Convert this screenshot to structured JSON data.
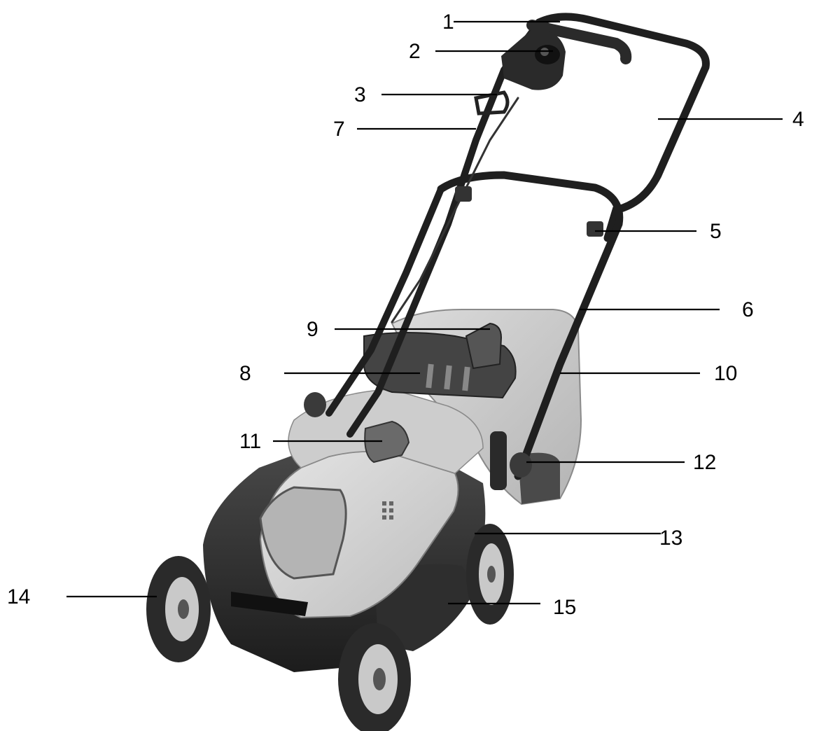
{
  "callouts": [
    {
      "id": "1",
      "label": "1"
    },
    {
      "id": "2",
      "label": "2"
    },
    {
      "id": "3",
      "label": "3"
    },
    {
      "id": "4",
      "label": "4"
    },
    {
      "id": "5",
      "label": "5"
    },
    {
      "id": "6",
      "label": "6"
    },
    {
      "id": "7",
      "label": "7"
    },
    {
      "id": "8",
      "label": "8"
    },
    {
      "id": "9",
      "label": "9"
    },
    {
      "id": "10",
      "label": "10"
    },
    {
      "id": "11",
      "label": "11"
    },
    {
      "id": "12",
      "label": "12"
    },
    {
      "id": "13",
      "label": "13"
    },
    {
      "id": "14",
      "label": "14"
    },
    {
      "id": "15",
      "label": "15"
    }
  ],
  "colors": {
    "handle": "#1f1f1f",
    "body_light": "#d6d6d6",
    "body_mid": "#9a9a9a",
    "body_dark": "#3a3a3a",
    "wheel_tread": "#2a2a2a",
    "hub": "#c9c9c9",
    "grass_box": "#cfcfcf"
  }
}
